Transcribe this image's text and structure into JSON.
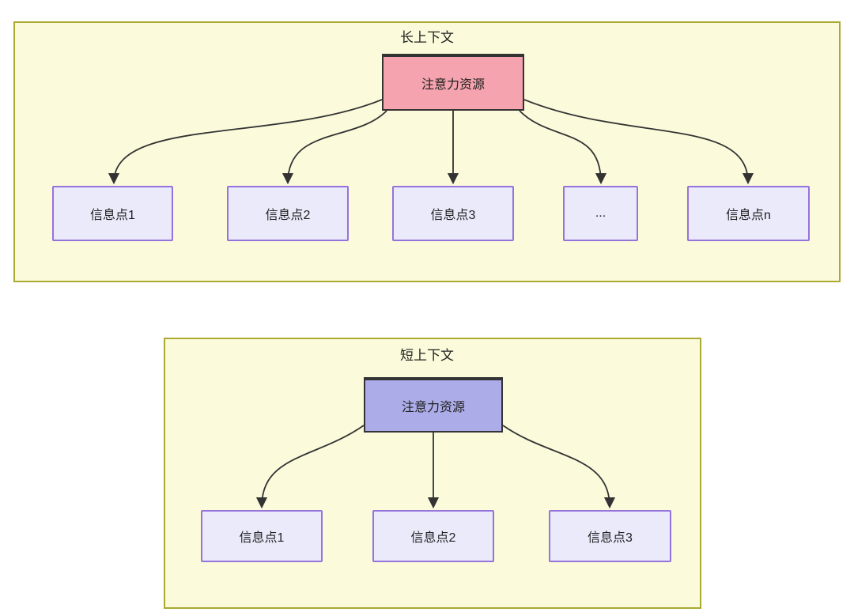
{
  "colors": {
    "container_fill": "#FBFBDC",
    "container_border": "#AAAA33",
    "attention_long_fill": "#F5A3AE",
    "attention_short_fill": "#ACACE8",
    "attention_border": "#333333",
    "info_fill": "#EAEAFB",
    "info_border": "#9673DB",
    "arrow": "#333333",
    "text": "#1F1F1F"
  },
  "long_context": {
    "title": "长上下文",
    "attention_label": "注意力资源",
    "info_points": [
      {
        "label": "信息点1"
      },
      {
        "label": "信息点2"
      },
      {
        "label": "信息点3"
      },
      {
        "label": "..."
      },
      {
        "label": "信息点n"
      }
    ]
  },
  "short_context": {
    "title": "短上下文",
    "attention_label": "注意力资源",
    "info_points": [
      {
        "label": "信息点1"
      },
      {
        "label": "信息点2"
      },
      {
        "label": "信息点3"
      }
    ]
  }
}
